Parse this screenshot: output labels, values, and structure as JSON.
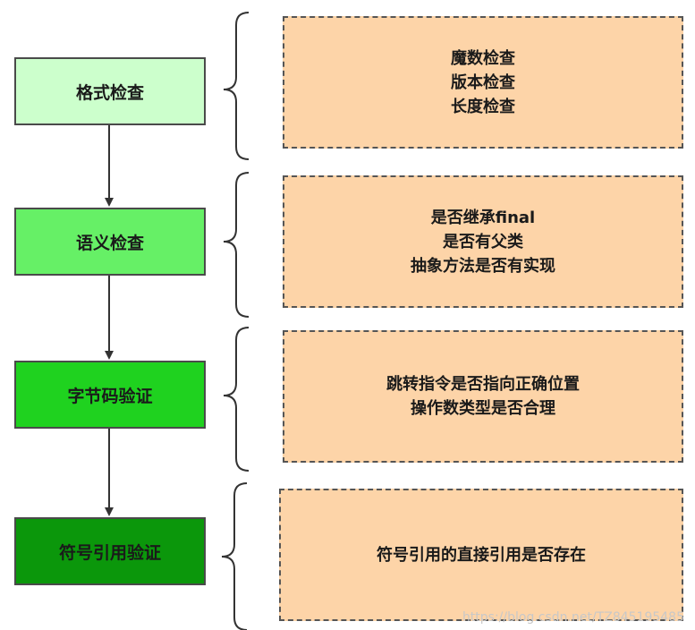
{
  "steps": [
    {
      "label": "格式检查",
      "fill": "#ccffcc"
    },
    {
      "label": "语义检查",
      "fill": "#66f066"
    },
    {
      "label": "字节码验证",
      "fill": "#1fd21f"
    },
    {
      "label": "符号引用验证",
      "fill": "#0b970b"
    }
  ],
  "details": [
    {
      "lines": [
        "魔数检查",
        "版本检查",
        "长度检查"
      ]
    },
    {
      "lines": [
        "是否继承final",
        "是否有父类",
        "抽象方法是否有实现"
      ]
    },
    {
      "lines": [
        "跳转指令是否指向正确位置",
        "操作数类型是否合理"
      ]
    },
    {
      "lines": [
        "符号引用的直接引用是否存在"
      ]
    }
  ],
  "colors": {
    "detail_fill": "#fdd4a8",
    "border": "#4a4a4a",
    "arrow": "#333333"
  },
  "watermark": "https://blog.csdn.net/TZ845195485"
}
